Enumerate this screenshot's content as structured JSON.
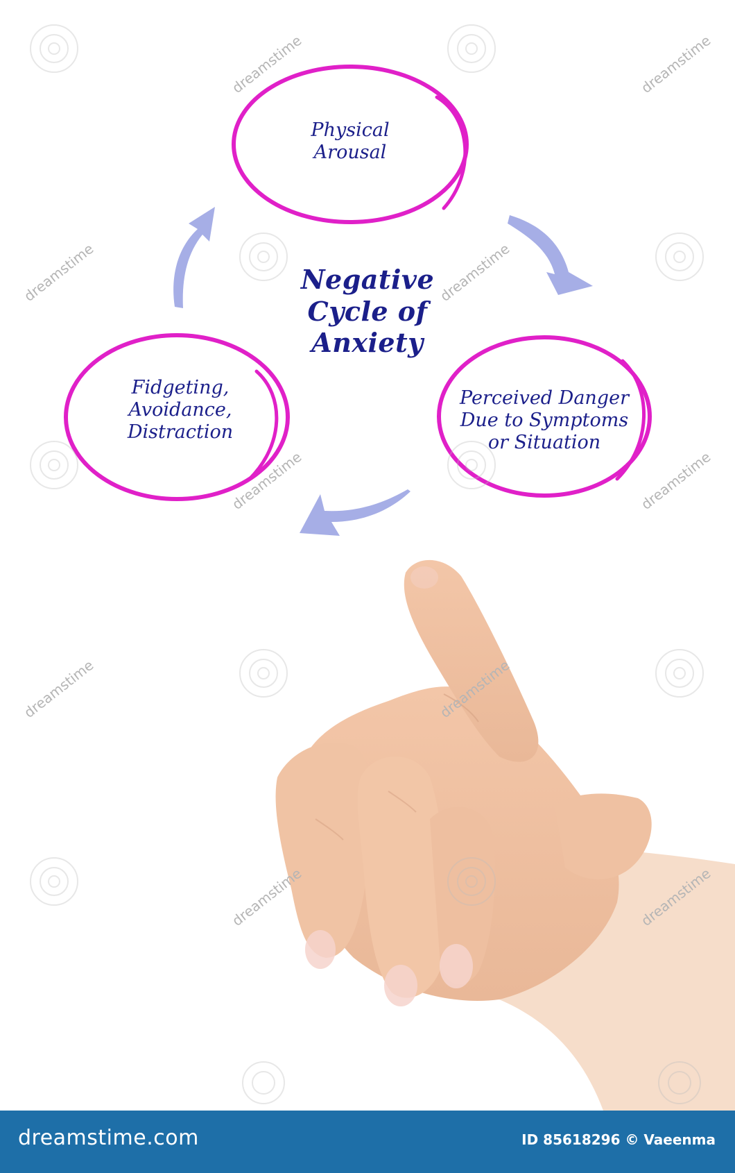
{
  "diagram": {
    "title_lines": [
      "Negative",
      "Cycle of",
      "Anxiety"
    ],
    "nodes": [
      {
        "id": "physical-arousal",
        "lines": [
          "Physical",
          "Arousal"
        ]
      },
      {
        "id": "perceived-danger",
        "lines": [
          "Perceived Danger",
          "Due to Symptoms",
          "or Situation"
        ]
      },
      {
        "id": "fidgeting",
        "lines": [
          "Fidgeting,",
          "Avoidance,",
          "Distraction"
        ]
      }
    ],
    "colors": {
      "circle_stroke": "#e020c8",
      "text": "#1b1f8a",
      "arrow_fill": "#a6aee6",
      "background": "#ffffff"
    }
  },
  "watermark": {
    "text": "dreamstime"
  },
  "footer": {
    "brand": "dreamstime.com",
    "credit": "ID 85618296 © Vaeenma",
    "background": "#1e6fa8"
  }
}
